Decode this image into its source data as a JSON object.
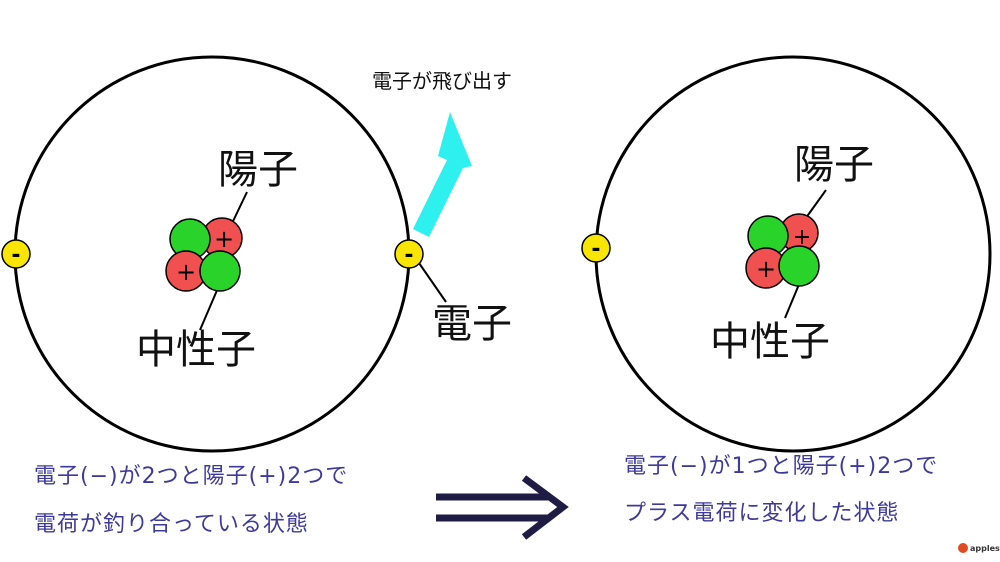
{
  "labels": {
    "electron_ejected": "電子が飛び出す",
    "proton": "陽子",
    "neutron": "中性子",
    "electron": "電子",
    "minus": "-",
    "plus": "+"
  },
  "captions": {
    "left_line1": "電子(−)が2つと陽子(+)2つで",
    "left_line2": "電荷が釣り合っている状態",
    "right_line1": "電子(−)が1つと陽子(+)2つで",
    "right_line2": "プラス電荷に変化した状態"
  },
  "logo": {
    "text": "applestar"
  },
  "colors": {
    "electron_fill": "#f8e600",
    "proton_fill": "#f05050",
    "neutron_fill": "#2ad32a",
    "arrow_fill": "#2ef0ee",
    "caption_text": "#3e3a9a",
    "transition_arrow": "#1e1c44"
  }
}
